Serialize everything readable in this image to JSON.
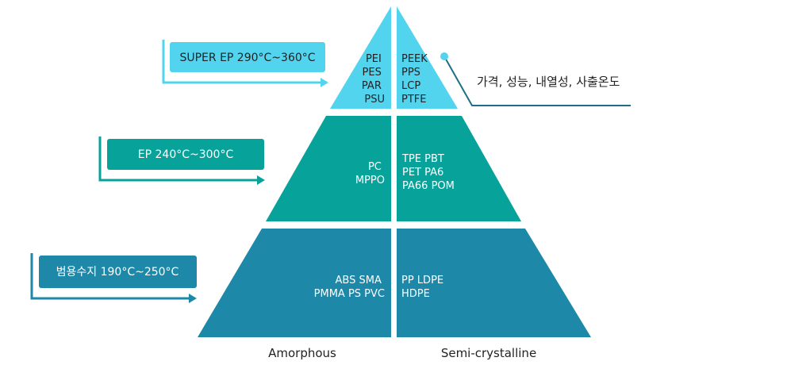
{
  "colors": {
    "top": "#52d4ef",
    "middle": "#07a39b",
    "bottom": "#1d88a8",
    "arrow_top": "#52d4ef",
    "arrow_middle": "#07a39b",
    "arrow_bottom": "#1d88a8",
    "text_dark": "#222222",
    "callout_line": "#1d6f86"
  },
  "tiers": {
    "top": {
      "label": "SUPER EP 290°C~360°C",
      "amorphous": [
        "PEI",
        "PES",
        "PAR",
        "PSU"
      ],
      "semi_crystalline": [
        "PEEK",
        "PPS",
        "LCP",
        "PTFE"
      ]
    },
    "middle": {
      "label": "EP 240°C~300°C",
      "amorphous": [
        "PC",
        "MPPO"
      ],
      "semi_crystalline": [
        "TPE PBT",
        "PET PA6",
        "PA66 POM"
      ]
    },
    "bottom": {
      "label": "범용수지 190°C~250°C",
      "amorphous": [
        "ABS SMA",
        "PMMA PS PVC"
      ],
      "semi_crystalline": [
        "PP LDPE",
        "HDPE"
      ]
    }
  },
  "callout": "가격, 성능, 내열성, 사출온도",
  "columns": {
    "left": "Amorphous",
    "right": "Semi-crystalline"
  }
}
